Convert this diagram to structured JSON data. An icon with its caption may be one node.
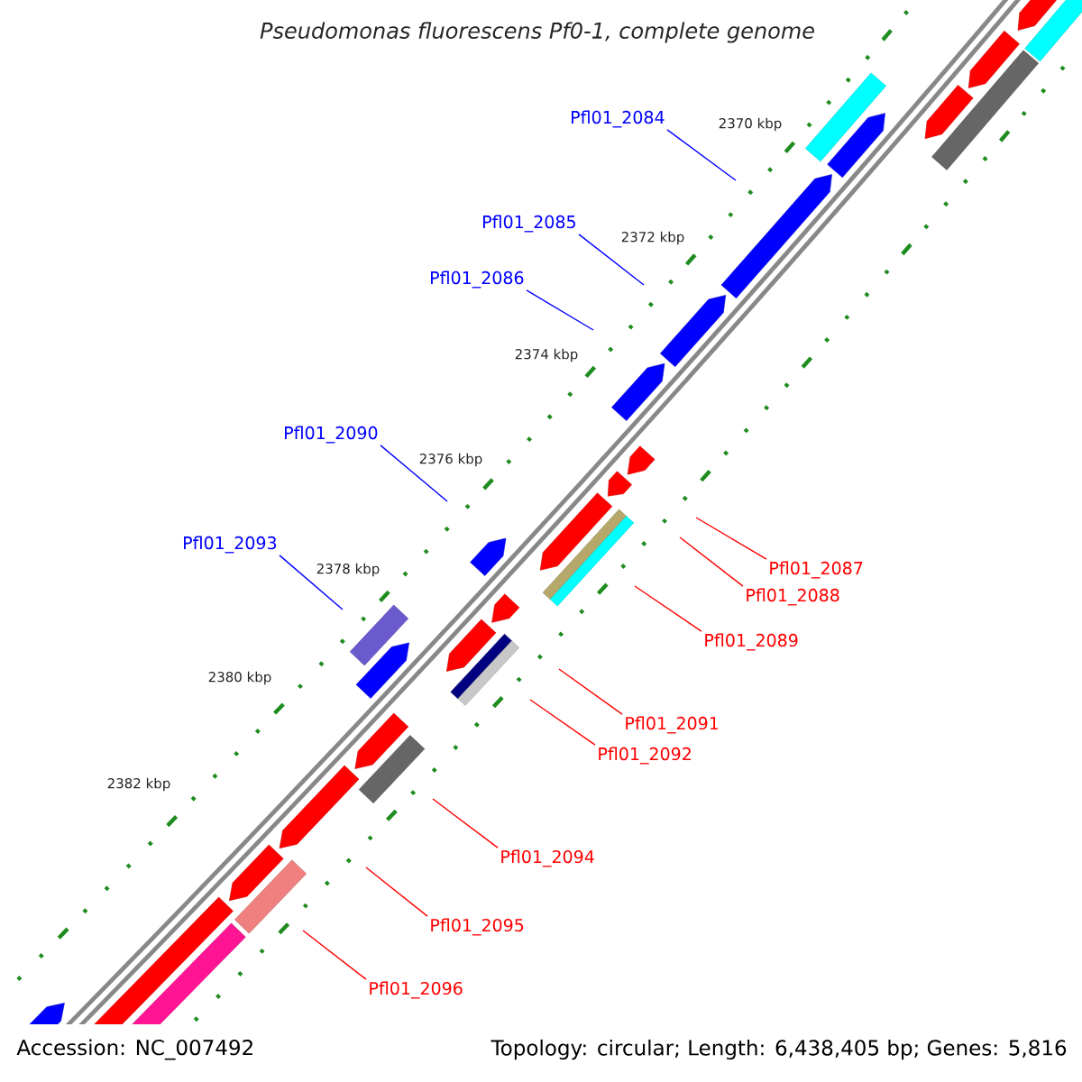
{
  "diagram": {
    "title": "Pseudomonas fluorescens Pf0-1, complete genome",
    "nodes": [
      {
        "text": [
          "Pfl01_2084"
        ]
      },
      {
        "text": [
          "Pfl01_2085"
        ]
      },
      {
        "text": [
          "Pfl01_2086"
        ]
      },
      {
        "text": [
          "Pfl01_2090"
        ]
      },
      {
        "text": [
          "Pfl01_2093"
        ]
      },
      {
        "text": [
          "Pfl01_2087"
        ]
      },
      {
        "text": [
          "Pfl01_2088"
        ]
      },
      {
        "text": [
          "Pfl01_2089"
        ]
      },
      {
        "text": [
          "Pfl01_2091"
        ]
      },
      {
        "text": [
          "Pfl01_2092"
        ]
      },
      {
        "text": [
          "Pfl01_2094"
        ]
      },
      {
        "text": [
          "Pfl01_2095"
        ]
      },
      {
        "text": [
          "Pfl01_2096"
        ]
      }
    ],
    "edges": [
      {
        "from": 0,
        "to": null,
        "arrow": "none",
        "color": "#0000ff"
      },
      {
        "from": 1,
        "to": null,
        "arrow": "none",
        "color": "#0000ff"
      },
      {
        "from": 2,
        "to": null,
        "arrow": "none",
        "color": "#0000ff"
      },
      {
        "from": 3,
        "to": null,
        "arrow": "none",
        "color": "#0000ff"
      },
      {
        "from": 4,
        "to": null,
        "arrow": "none",
        "color": "#0000ff"
      },
      {
        "from": 5,
        "to": null,
        "arrow": "none"
      },
      {
        "from": 6,
        "to": null,
        "arrow": "none"
      },
      {
        "from": 7,
        "to": null,
        "arrow": "none"
      },
      {
        "from": 8,
        "to": null,
        "arrow": "none"
      },
      {
        "from": 9,
        "to": null,
        "arrow": "none"
      },
      {
        "from": 10,
        "to": null,
        "arrow": "none"
      },
      {
        "from": 11,
        "to": null,
        "arrow": "none"
      },
      {
        "from": 12,
        "to": null,
        "arrow": "none"
      }
    ],
    "labels": [
      "2370 kbp",
      "2372 kbp",
      "2374 kbp",
      "2376 kbp",
      "2378 kbp",
      "2380 kbp",
      "2382 kbp",
      "Accession: NC_007492",
      "Topology: circular; Length: 6,438,405 bp; Genes: 5,816"
    ]
  }
}
